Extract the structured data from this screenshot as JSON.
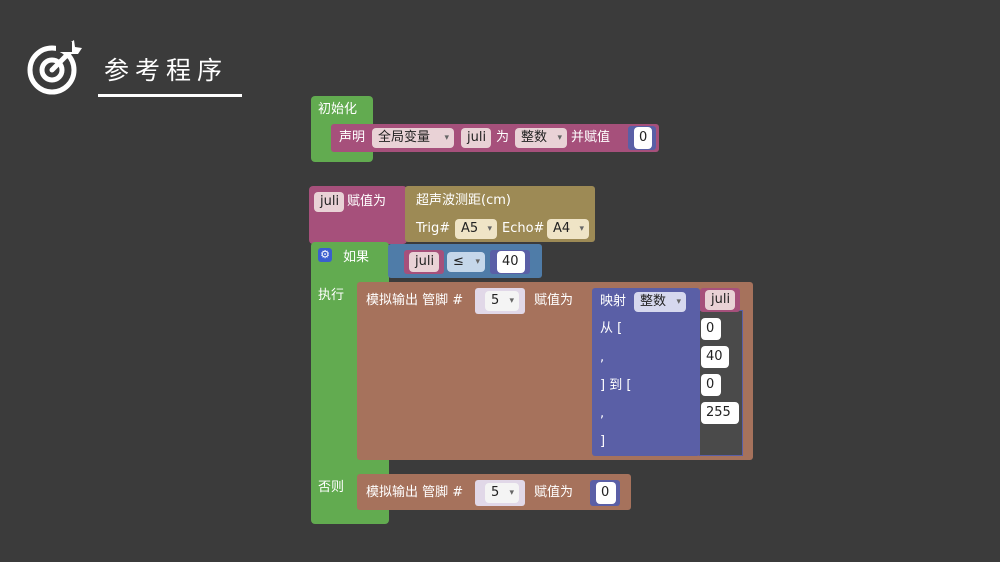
{
  "header": {
    "title": "参考程序",
    "logo_icon": "target-icon"
  },
  "colors": {
    "bg": "#3b3b3b",
    "control": "#62ab50",
    "variable": "#a6507b",
    "sensor": "#9d8a55",
    "logic": "#4f7ca8",
    "io": "#a6725c",
    "math": "#5a5fa6",
    "field": "#e9d2d6"
  },
  "init_block": {
    "label": "初始化",
    "declare_label": "声明",
    "scope": "全局变量",
    "var_name": "juli",
    "as_label": "为",
    "type": "整数",
    "assign_label": "并赋值",
    "value": "0"
  },
  "assign_block": {
    "var": "juli",
    "label": "赋值为",
    "sensor_label": "超声波测距(cm)",
    "trig_label": "Trig#",
    "trig_pin": "A5",
    "echo_label": "Echo#",
    "echo_pin": "A4"
  },
  "if_block": {
    "if_label": "如果",
    "var": "juli",
    "operator": "≤",
    "compare_value": "40",
    "do_label": "执行",
    "else_label": "否则"
  },
  "analog_write_1": {
    "label": "模拟输出 管脚 #",
    "pin": "5",
    "assign_label": "赋值为"
  },
  "map_block": {
    "label": "映射",
    "type": "整数",
    "var": "juli",
    "from_label": "从 [",
    "comma1": ",",
    "to_label": "] 到 [",
    "comma2": ",",
    "close": "]",
    "from_low": "0",
    "from_high": "40",
    "to_low": "0",
    "to_high": "255"
  },
  "analog_write_2": {
    "label": "模拟输出 管脚 #",
    "pin": "5",
    "assign_label": "赋值为",
    "value": "0"
  }
}
